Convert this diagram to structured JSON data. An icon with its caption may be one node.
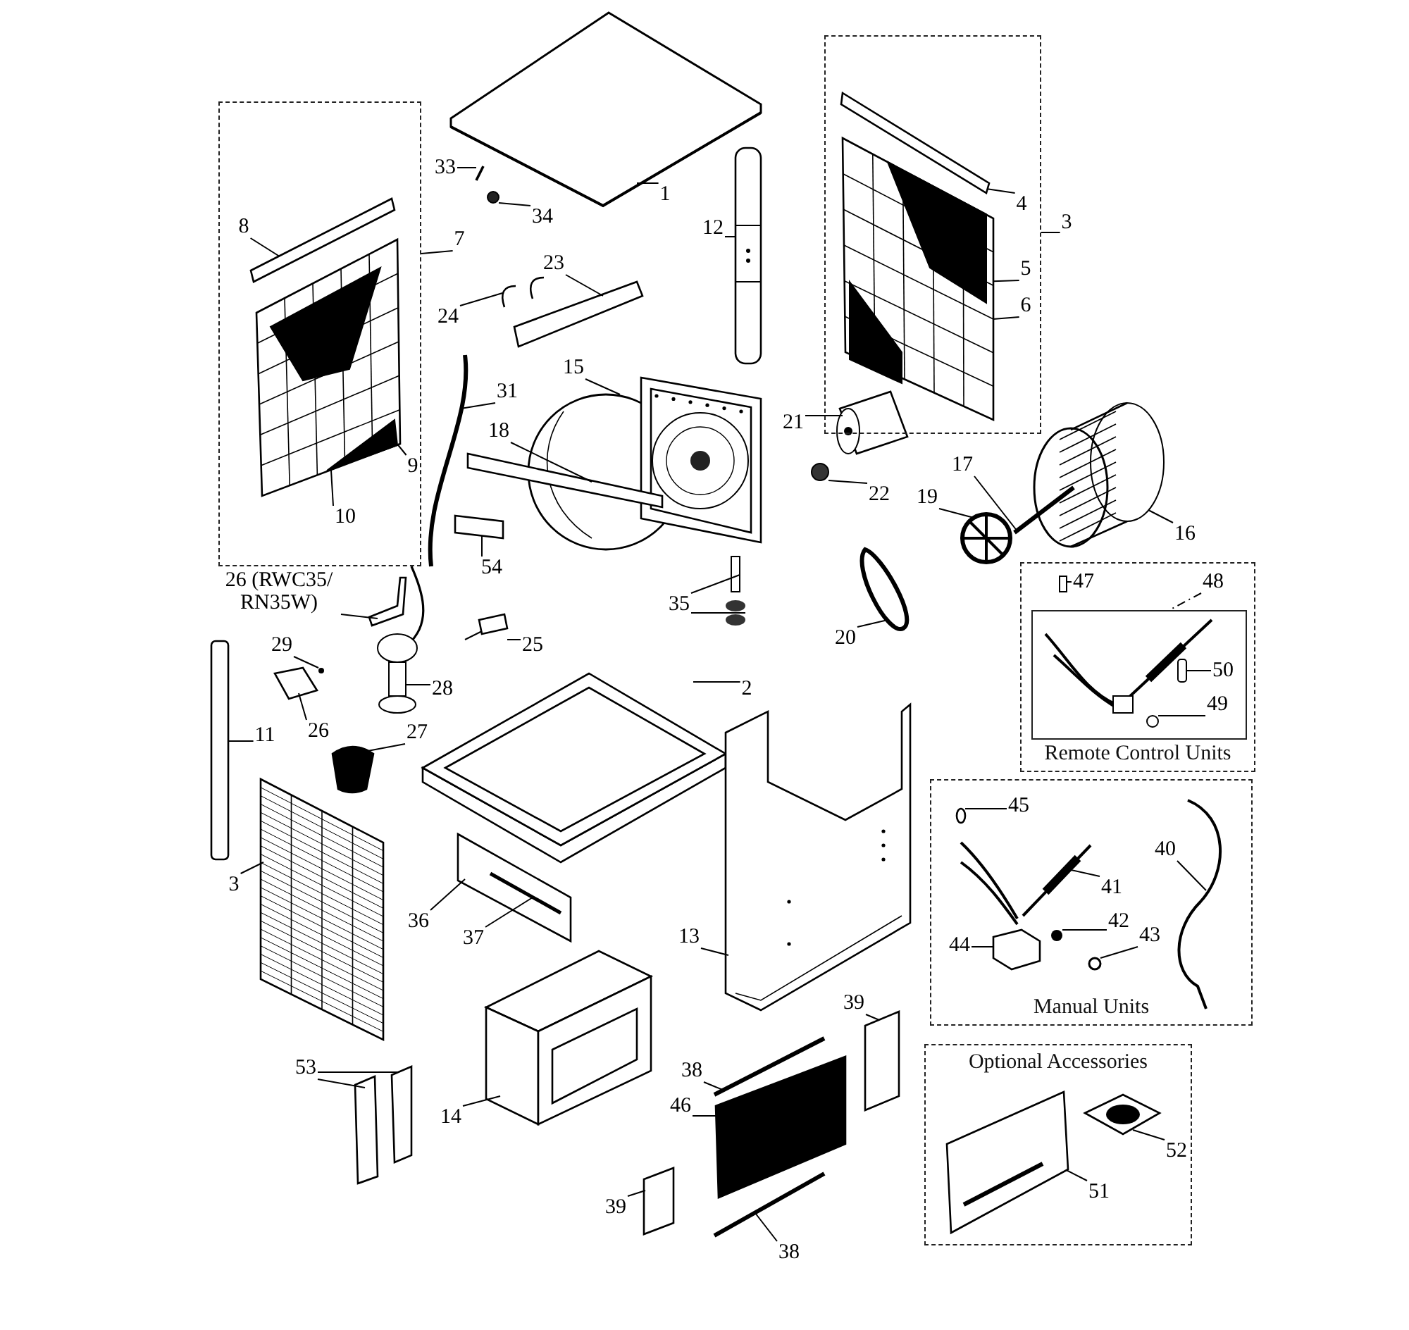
{
  "diagram": {
    "nodes": [
      {
        "text": [],
        "shape": "box"
      },
      {
        "text": [
          "1"
        ]
      },
      {
        "text": [
          "33"
        ]
      },
      {
        "text": [
          "34"
        ]
      },
      {
        "text": [
          "12"
        ]
      },
      {
        "text": [],
        "shape": "box"
      },
      {
        "text": [
          "4"
        ],
        "in": 5
      },
      {
        "text": [
          "3"
        ]
      },
      {
        "text": [
          "8"
        ],
        "in": 0
      },
      {
        "text": [
          "7"
        ]
      },
      {
        "text": [
          "23"
        ]
      },
      {
        "text": [
          "24"
        ]
      },
      {
        "text": [
          "5"
        ],
        "in": 5
      },
      {
        "text": [
          "6"
        ],
        "in": 5
      },
      {
        "text": [
          "15"
        ]
      },
      {
        "text": [
          "31"
        ]
      },
      {
        "text": [
          "21"
        ]
      },
      {
        "text": [
          "18"
        ]
      },
      {
        "text": [
          "9"
        ],
        "in": 0
      },
      {
        "text": [
          "10"
        ],
        "in": 0
      },
      {
        "text": [
          "22"
        ]
      },
      {
        "text": [
          "17"
        ]
      },
      {
        "text": [
          "19"
        ]
      },
      {
        "text": [
          "16"
        ]
      },
      {
        "text": [
          "54"
        ]
      },
      {
        "text": [
          "26 (RWC35/ RN35W)"
        ]
      },
      {
        "text": [
          "35"
        ]
      },
      {
        "text": [
          "Remote Control Units"
        ]
      },
      {
        "text": [
          "47"
        ],
        "in": 27
      },
      {
        "text": [
          "48"
        ],
        "in": 27
      },
      {
        "text": [],
        "shape": "box",
        "in": 27
      },
      {
        "text": [
          "50"
        ],
        "in": 30
      },
      {
        "text": [
          "49"
        ],
        "in": 30
      },
      {
        "text": [
          "20"
        ]
      },
      {
        "text": [
          "25"
        ]
      },
      {
        "text": [
          "29"
        ]
      },
      {
        "text": [
          "28"
        ]
      },
      {
        "text": [
          "2"
        ]
      },
      {
        "text": [
          "26"
        ]
      },
      {
        "text": [
          "11"
        ]
      },
      {
        "text": [
          "27"
        ]
      },
      {
        "text": [
          "Manual Units"
        ]
      },
      {
        "text": [
          "45"
        ],
        "in": 41
      },
      {
        "text": [
          "40"
        ],
        "in": 41
      },
      {
        "text": [
          "41"
        ],
        "in": 41
      },
      {
        "text": [
          "42"
        ],
        "in": 41
      },
      {
        "text": [
          "43"
        ],
        "in": 41
      },
      {
        "text": [
          "44"
        ],
        "in": 41
      },
      {
        "text": [
          "3"
        ]
      },
      {
        "text": [
          "36"
        ]
      },
      {
        "text": [
          "37"
        ]
      },
      {
        "text": [
          "13"
        ]
      },
      {
        "text": [
          "53"
        ]
      },
      {
        "text": [
          "39"
        ]
      },
      {
        "text": [
          "38"
        ]
      },
      {
        "text": [
          "46"
        ]
      },
      {
        "text": [
          "Optional Accessories"
        ]
      },
      {
        "text": [
          "52"
        ],
        "in": 56
      },
      {
        "text": [
          "51"
        ],
        "in": 56
      },
      {
        "text": [
          "14"
        ]
      },
      {
        "text": [
          "39"
        ]
      },
      {
        "text": [
          "38"
        ]
      },
      {
        "text": [],
        "shape": "box"
      },
      {
        "text": [],
        "shape": "bar"
      },
      {
        "text": [],
        "shape": "circle"
      },
      {
        "text": [],
        "shape": "bar"
      },
      {
        "text": [],
        "shape": "bar",
        "in": 5
      },
      {
        "text": [],
        "shape": "picture",
        "in": 5
      },
      {
        "text": [],
        "shape": "bar",
        "in": 0
      },
      {
        "text": [],
        "shape": "picture",
        "in": 0
      },
      {
        "text": [],
        "shape": "bar"
      },
      {
        "text": [],
        "shape": "arc"
      },
      {
        "text": [],
        "shape": "picture"
      },
      {
        "text": [],
        "shape": "picture"
      },
      {
        "text": [],
        "shape": "picture"
      },
      {
        "text": [],
        "shape": "bar"
      },
      {
        "text": [],
        "shape": "circle"
      },
      {
        "text": [],
        "shape": "bar"
      },
      {
        "text": [],
        "shape": "picture"
      },
      {
        "text": [],
        "shape": "picture"
      },
      {
        "text": [],
        "shape": "bar"
      },
      {
        "text": [],
        "shape": "picture"
      },
      {
        "text": [],
        "shape": "bar"
      },
      {
        "text": [],
        "shape": "picture"
      },
      {
        "text": [],
        "shape": "box",
        "in": 27
      },
      {
        "text": [],
        "shape": "box",
        "in": 30
      },
      {
        "text": [],
        "shape": "circle",
        "in": 30
      },
      {
        "text": [],
        "shape": "picture"
      },
      {
        "text": [],
        "shape": "picture"
      },
      {
        "text": [],
        "shape": "circle"
      },
      {
        "text": [],
        "shape": "picture"
      },
      {
        "text": [],
        "shape": "picture"
      },
      {
        "text": [],
        "shape": "box"
      },
      {
        "text": [],
        "shape": "bar"
      },
      {
        "text": [],
        "shape": "cup"
      },
      {
        "text": [],
        "shape": "circle",
        "in": 41
      },
      {
        "text": [],
        "shape": "picture",
        "in": 41
      },
      {
        "text": [],
        "shape": "picture",
        "in": 41
      },
      {
        "text": [],
        "shape": "circle",
        "in": 41
      },
      {
        "text": [],
        "shape": "circle",
        "in": 41
      },
      {
        "text": [],
        "shape": "box",
        "in": 41
      },
      {
        "text": [],
        "shape": "picture"
      },
      {
        "text": [],
        "shape": "box"
      },
      {
        "text": [],
        "shape": "bar",
        "in": 102
      },
      {
        "text": [],
        "shape": "picture"
      },
      {
        "text": [],
        "shape": "bar"
      },
      {
        "text": [],
        "shape": "bar"
      },
      {
        "text": [],
        "shape": "box"
      },
      {
        "text": [],
        "shape": "bar"
      },
      {
        "text": [],
        "shape": "box"
      },
      {
        "text": [],
        "shape": "box",
        "in": 56
      },
      {
        "text": [],
        "shape": "picture",
        "in": 56
      },
      {
        "text": [],
        "shape": "box"
      },
      {
        "text": [],
        "shape": "box"
      },
      {
        "text": [],
        "shape": "bar"
      }
    ],
    "edges": [
      {
        "from": 1,
        "to": 62,
        "arrow": "none"
      },
      {
        "from": 2,
        "to": 63,
        "arrow": "none"
      },
      {
        "from": 3,
        "to": 64,
        "arrow": "none"
      },
      {
        "from": 4,
        "to": 65,
        "arrow": "none"
      },
      {
        "from": 6,
        "to": 66,
        "arrow": "none"
      },
      {
        "from": 7,
        "to": 5,
        "arrow": "none"
      },
      {
        "from": 8,
        "to": 68,
        "arrow": "none"
      },
      {
        "from": 9,
        "to": 0,
        "arrow": "none"
      },
      {
        "from": 10,
        "to": 70,
        "arrow": "none"
      },
      {
        "from": 11,
        "to": 71,
        "arrow": "none"
      },
      {
        "from": 12,
        "to": 67,
        "arrow": "none"
      },
      {
        "from": 13,
        "to": 67,
        "arrow": "none"
      },
      {
        "from": 14,
        "to": 72,
        "arrow": "none"
      },
      {
        "from": 15,
        "to": 73,
        "arrow": "none"
      },
      {
        "from": 16,
        "to": 74,
        "arrow": "none"
      },
      {
        "from": 17,
        "to": 75,
        "arrow": "none"
      },
      {
        "from": 18,
        "to": 69,
        "arrow": "none"
      },
      {
        "from": 19,
        "to": 69,
        "arrow": "none"
      },
      {
        "from": 20,
        "to": 76,
        "arrow": "none"
      },
      {
        "from": 21,
        "to": 77,
        "arrow": "none"
      },
      {
        "from": 22,
        "to": 78,
        "arrow": "none"
      },
      {
        "from": 23,
        "to": 79,
        "arrow": "none"
      },
      {
        "from": 24,
        "to": 80,
        "arrow": "none"
      },
      {
        "from": 25,
        "to": 81,
        "arrow": "none"
      },
      {
        "from": 26,
        "to": 82,
        "arrow": "none"
      },
      {
        "from": 26,
        "to": 83,
        "arrow": "none"
      },
      {
        "from": 28,
        "to": 84,
        "arrow": "none"
      },
      {
        "from": 29,
        "to": 30,
        "arrow": "none",
        "style": "dashed"
      },
      {
        "from": 31,
        "to": 85,
        "arrow": "none"
      },
      {
        "from": 32,
        "to": 86,
        "arrow": "none"
      },
      {
        "from": 33,
        "to": 87,
        "arrow": "none"
      },
      {
        "from": 34,
        "to": 88,
        "arrow": "none"
      },
      {
        "from": 35,
        "to": 89,
        "arrow": "none"
      },
      {
        "from": 36,
        "to": 90,
        "arrow": "none"
      },
      {
        "from": 37,
        "to": 91,
        "arrow": "none"
      },
      {
        "from": 38,
        "to": 92,
        "arrow": "none"
      },
      {
        "from": 39,
        "to": 93,
        "arrow": "none"
      },
      {
        "from": 40,
        "to": 94,
        "arrow": "none"
      },
      {
        "from": 42,
        "to": 95,
        "arrow": "none"
      },
      {
        "from": 43,
        "to": 96,
        "arrow": "none"
      },
      {
        "from": 44,
        "to": 97,
        "arrow": "none"
      },
      {
        "from": 45,
        "to": 98,
        "arrow": "none"
      },
      {
        "from": 46,
        "to": 99,
        "arrow": "none"
      },
      {
        "from": 47,
        "to": 100,
        "arrow": "none"
      },
      {
        "from": 48,
        "to": 101,
        "arrow": "none"
      },
      {
        "from": 49,
        "to": 102,
        "arrow": "none"
      },
      {
        "from": 50,
        "to": 103,
        "arrow": "none"
      },
      {
        "from": 51,
        "to": 104,
        "arrow": "none"
      },
      {
        "from": 52,
        "to": 105,
        "arrow": "none"
      },
      {
        "from": 52,
        "to": 106,
        "arrow": "none"
      },
      {
        "from": 53,
        "to": 107,
        "arrow": "none"
      },
      {
        "from": 54,
        "to": 108,
        "arrow": "none"
      },
      {
        "from": 55,
        "to": 109,
        "arrow": "none"
      },
      {
        "from": 57,
        "to": 111,
        "arrow": "none"
      },
      {
        "from": 58,
        "to": 110,
        "arrow": "none"
      },
      {
        "from": 59,
        "to": 112,
        "arrow": "none"
      },
      {
        "from": 60,
        "to": 113,
        "arrow": "none"
      },
      {
        "from": 61,
        "to": 114,
        "arrow": "none"
      }
    ]
  }
}
